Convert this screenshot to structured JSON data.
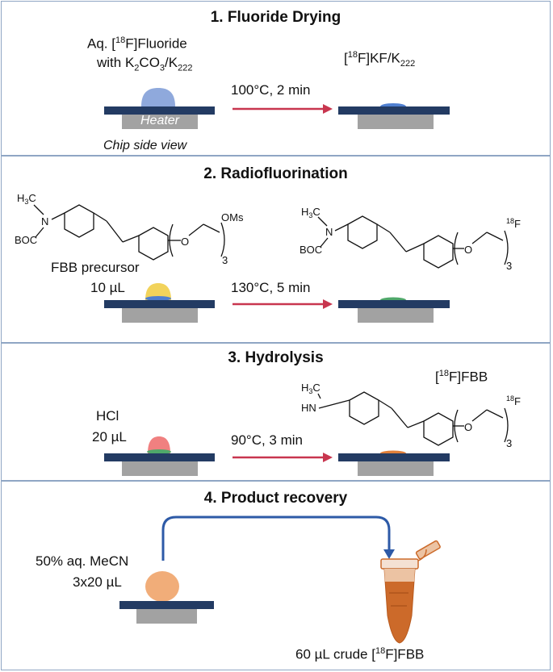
{
  "colors": {
    "chip": "#233b63",
    "heater": "#a2a2a2",
    "arrow_red": "#c8364f",
    "arrow_blue": "#2d5aa7",
    "droplet_fluoride": "#8fa9dc",
    "droplet_precursor": "#f2d35b",
    "droplet_hcl": "#f08080",
    "droplet_product": "#f1ad79",
    "residue_blue": "#4f7fd0",
    "residue_green": "#4fa86a",
    "residue_orange": "#e07f3a",
    "tube": "#cc6a2a",
    "border": "#8fa6c4"
  },
  "steps": [
    {
      "title": "1. Fluoride Drying",
      "reagent_line1": "Aq. [18F]Fluoride",
      "reagent_line2": "with K2CO3/K222",
      "product": "[18F]KF/K222",
      "condition": "100°C, 2 min",
      "heater_label": "Heater",
      "side_view_label": "Chip side view"
    },
    {
      "title": "2. Radiofluorination",
      "reagent_name": "FBB precursor",
      "volume": "10 µL",
      "condition": "130°C, 5 min",
      "chem": {
        "h3c": "H3C",
        "n": "N",
        "boc": "BOC",
        "o": "O",
        "sub3": "3",
        "oms": "OMs",
        "f18": "18F"
      }
    },
    {
      "title": "3. Hydrolysis",
      "reagent": "HCl",
      "volume": "20 µL",
      "condition": "90°C, 3 min",
      "product": "[18F]FBB",
      "chem": {
        "h3c": "H3C",
        "hn": "HN"
      }
    },
    {
      "title": "4. Product recovery",
      "reagent": "50% aq. MeCN",
      "volume": "3x20 µL",
      "output": "60 µL crude [18F]FBB"
    }
  ]
}
